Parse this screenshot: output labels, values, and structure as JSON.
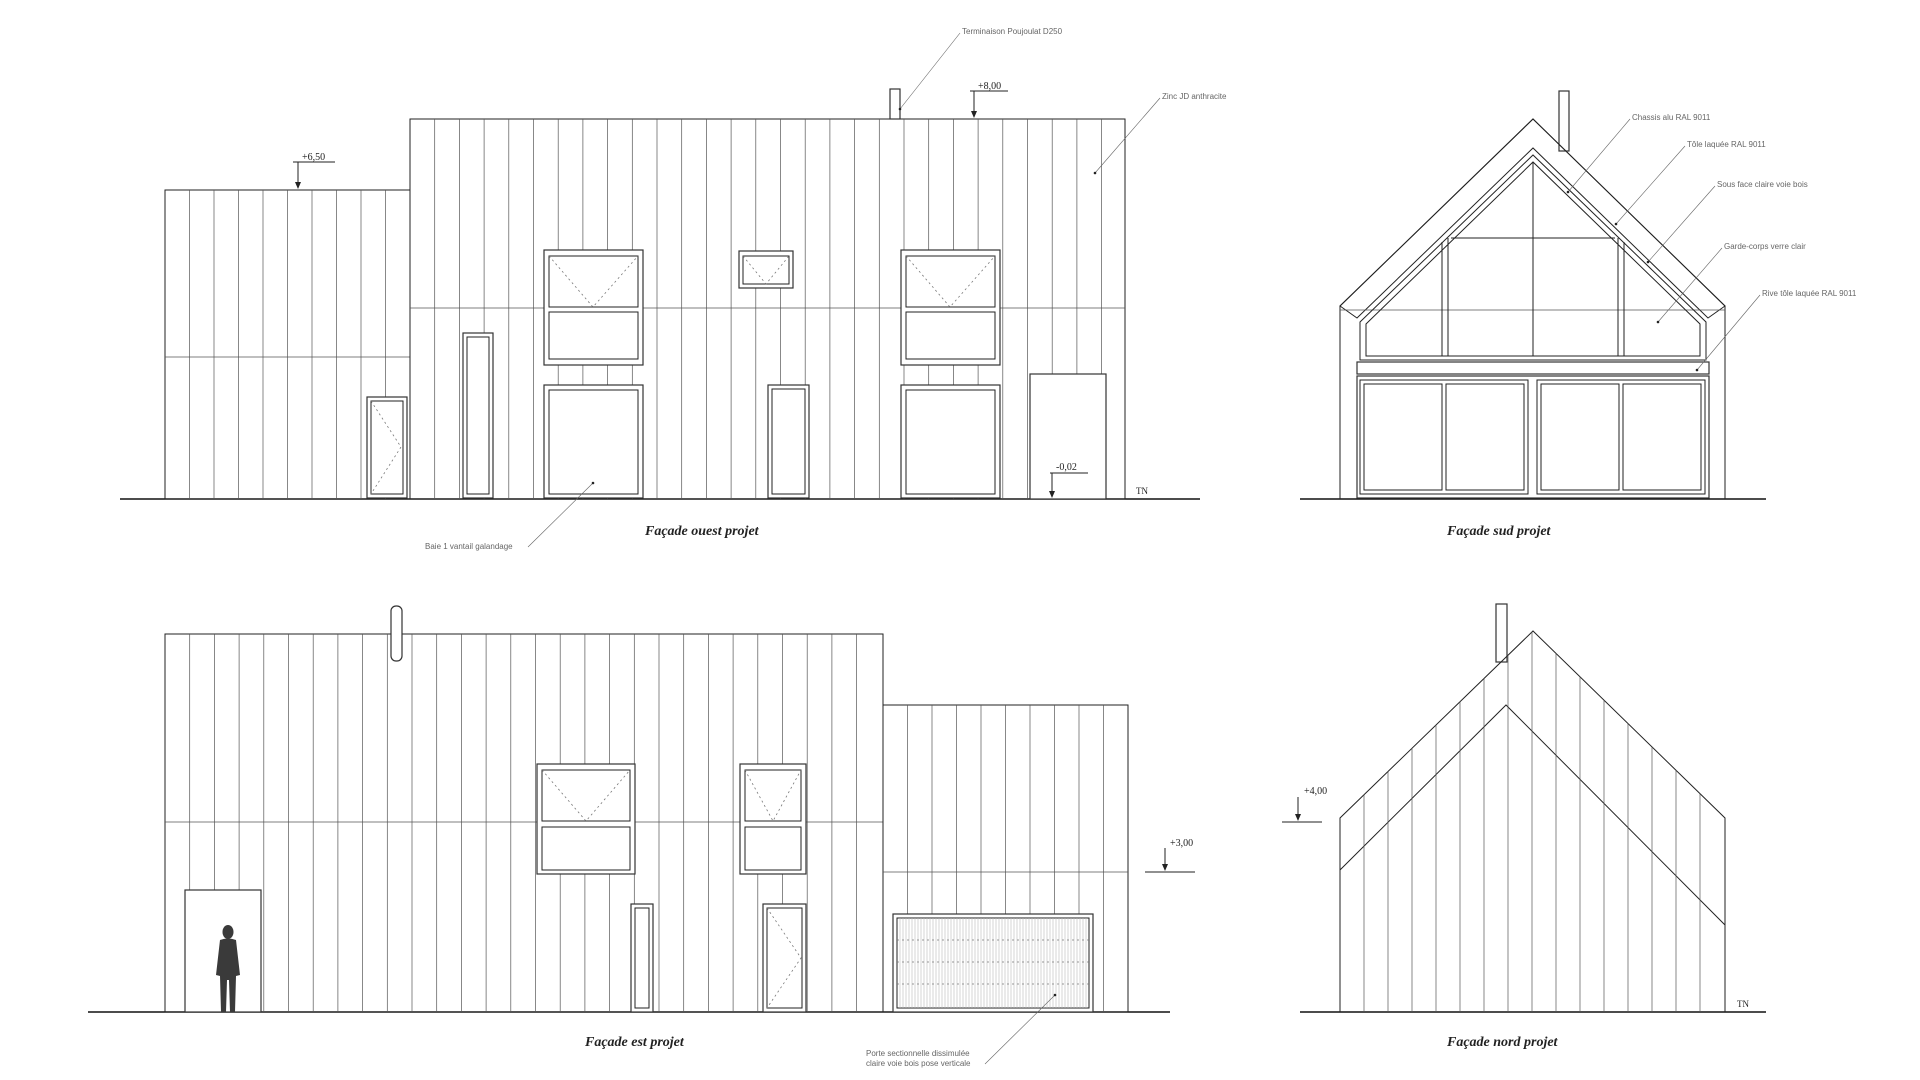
{
  "captions": {
    "ouest": "Façade ouest projet",
    "sud": "Façade sud projet",
    "est": "Façade est projet",
    "nord": "Façade nord projet"
  },
  "levels": {
    "ouest_left": "+6,50",
    "ouest_top": "+8,00",
    "ouest_ground": "-0,02",
    "est_mid": "+3,00",
    "nord_eave": "+4,00"
  },
  "ground_marker": "TN",
  "notes": {
    "terminaison": "Terminaison Poujoulat D250",
    "zinc": "Zinc JD anthracite",
    "baie": "Baie 1 vantail galandage",
    "chassis": "Chassis alu RAL 9011",
    "tole": "Tôle laquée RAL 9011",
    "sous_face": "Sous face claire voie bois",
    "garde_corps": "Garde-corps verre clair",
    "rive": "Rive tôle laquée RAL 9011",
    "porte_line1": "Porte sectionnelle dissimulée",
    "porte_line2": "claire voie bois pose verticale"
  }
}
